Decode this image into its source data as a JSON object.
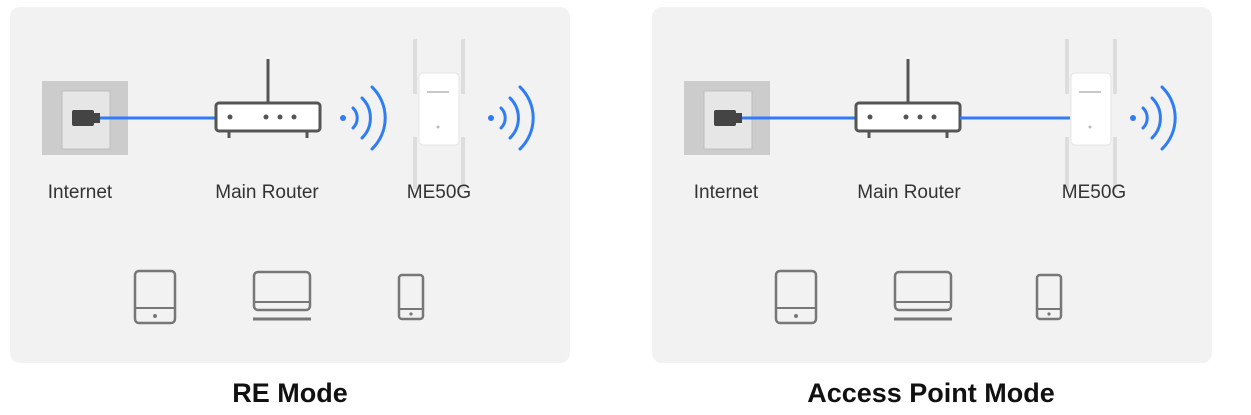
{
  "colors": {
    "panel_bg": "#f2f2f2",
    "link_blue": "#2f7df6",
    "wifi_blue": "#2f7df6",
    "device_gray": "#777777",
    "outlet_gray": "#cccccc"
  },
  "icons": [
    "ethernet-outlet-icon",
    "router-icon",
    "wifi-waves-icon",
    "range-extender-icon",
    "tablet-icon",
    "laptop-icon",
    "phone-icon"
  ],
  "diagrams": [
    {
      "title": "RE Mode",
      "labels": {
        "internet": "Internet",
        "router": "Main Router",
        "extender": "ME50G"
      },
      "links": [
        "Internet to Main Router: wired",
        "Main Router to ME50G: wireless",
        "ME50G to devices: wireless"
      ]
    },
    {
      "title": "Access Point Mode",
      "labels": {
        "internet": "Internet",
        "router": "Main Router",
        "extender": "ME50G"
      },
      "links": [
        "Internet to Main Router: wired",
        "Main Router to ME50G: wired",
        "ME50G to devices: wireless"
      ]
    }
  ]
}
